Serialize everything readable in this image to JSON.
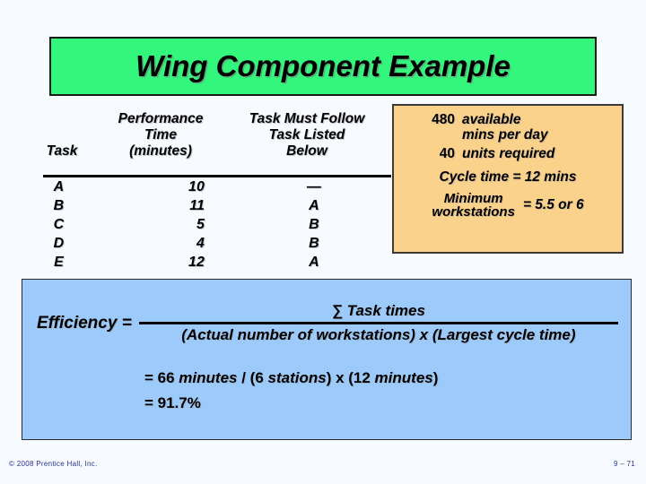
{
  "slide": {
    "title": "Wing Component Example",
    "footer_copyright": "© 2008 Prentice Hall, Inc.",
    "footer_page": "9 – 71"
  },
  "table": {
    "headers": {
      "task": "Task",
      "time_line1": "Performance",
      "time_line2": "Time",
      "time_line3": "(minutes)",
      "follow_line1": "Task Must Follow",
      "follow_line2": "Task Listed",
      "follow_line3": "Below"
    },
    "rows": [
      {
        "task": "A",
        "time": "10",
        "follows": "—"
      },
      {
        "task": "B",
        "time": "11",
        "follows": "A"
      },
      {
        "task": "C",
        "time": "5",
        "follows": "B"
      },
      {
        "task": "D",
        "time": "4",
        "follows": "B"
      },
      {
        "task": "E",
        "time": "12",
        "follows": "A"
      }
    ]
  },
  "info_box": {
    "available_value": "480",
    "available_label_line1": "available",
    "available_label_line2": "mins per day",
    "units_value": "40",
    "units_label": "units required",
    "cycle_time": "Cycle time = 12 mins",
    "min_label_line1": "Minimum",
    "min_label_line2": "workstations",
    "min_value": "= 5.5 or 6"
  },
  "formula": {
    "efficiency_label": "Efficiency =",
    "numerator": "∑ Task times",
    "denominator": "(Actual number of workstations) x (Largest cycle time)",
    "result_line_1_prefix": "= 66 ",
    "result_line_1_a": "minutes",
    "result_line_1_mid": " / (6 ",
    "result_line_1_b": "stations",
    "result_line_1_mid2": ") x (12 ",
    "result_line_1_c": "minutes",
    "result_line_1_suffix": ")",
    "result_line_2": "= 91.7%"
  },
  "colors": {
    "title_banner": "#33f77d",
    "info_box": "#fbd28b",
    "formula_panel": "#9ccbfb",
    "slide_background": "#f7faff"
  }
}
